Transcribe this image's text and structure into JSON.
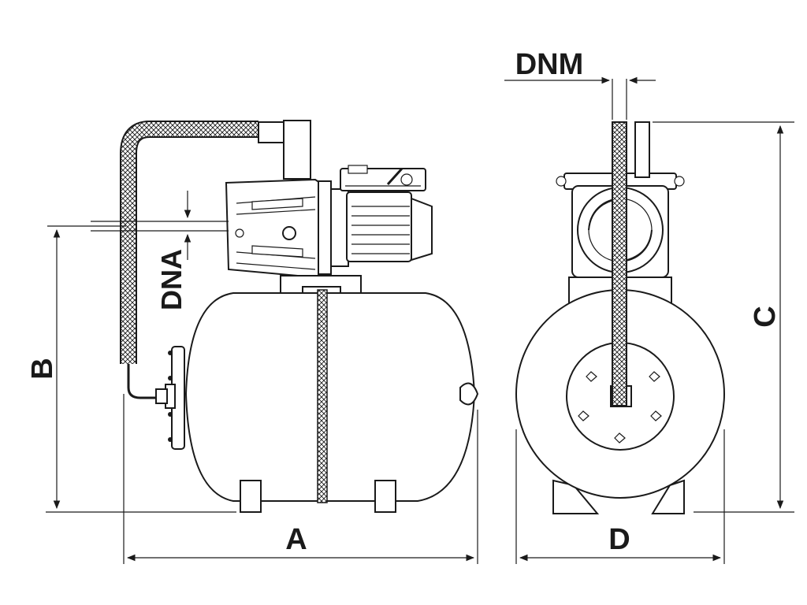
{
  "labels": {
    "a": "A",
    "b": "B",
    "c": "C",
    "d": "D",
    "dna": "DNA",
    "dnm": "DNM"
  },
  "colors": {
    "ink": "#1a1a1a",
    "background": "#ffffff"
  }
}
